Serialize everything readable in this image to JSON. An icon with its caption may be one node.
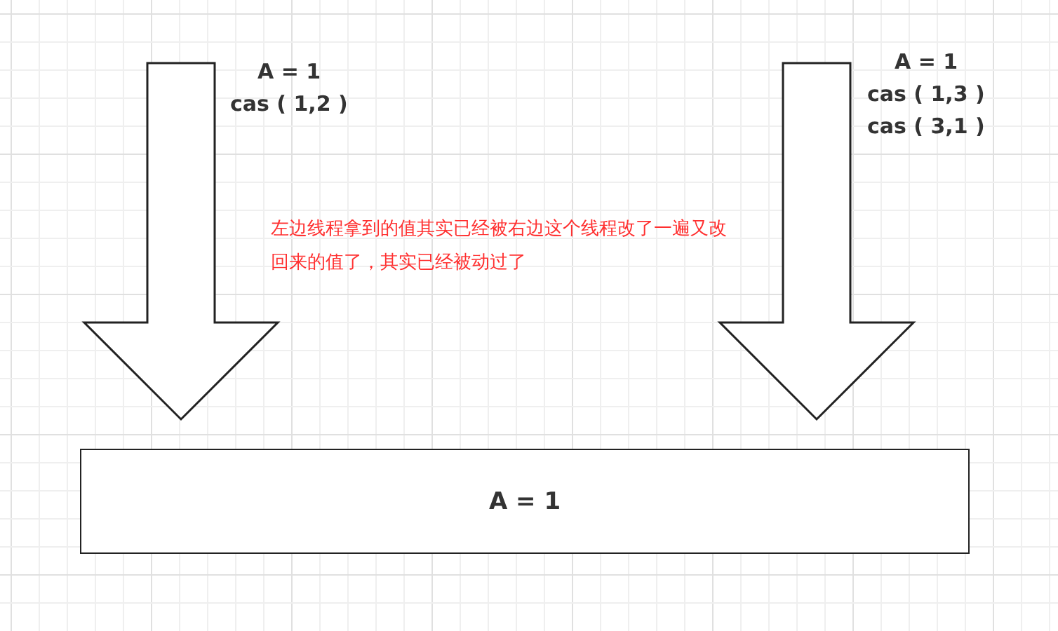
{
  "diagram": {
    "nodes": [
      {
        "text": [],
        "shape": "arrow",
        "beside": [
          "A = 1",
          "cas ( 1,2 )"
        ]
      },
      {
        "text": [],
        "shape": "arrow",
        "beside": [
          "A = 1",
          "cas ( 1,3 )",
          "cas ( 3,1 )"
        ]
      },
      {
        "text": [
          "A = 1"
        ]
      }
    ],
    "labels": [
      "左边线程拿到的值其实已经被右边这个线程改了一遍又改回来的值了，其实已经被动过了"
    ]
  }
}
